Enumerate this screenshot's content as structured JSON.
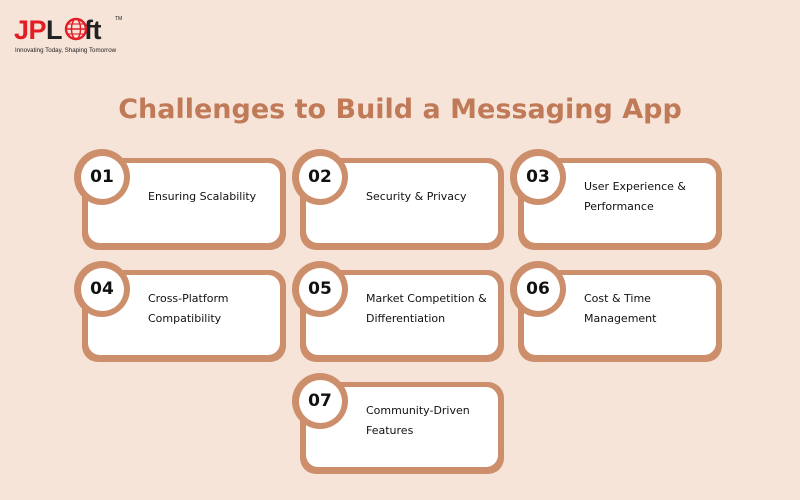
{
  "logo": {
    "brand_prefix": "JP",
    "brand_l": "L",
    "brand_suffix": "ft",
    "trademark": "TM",
    "tagline": "Innovating Today, Shaping Tomorrow",
    "colors": {
      "red": "#e21d26",
      "dark": "#222222"
    }
  },
  "title": "Challenges to Build a Messaging App",
  "colors": {
    "background": "#f6e4d8",
    "accent": "#cd8e6c",
    "title": "#c07a57",
    "card": "#ffffff",
    "text": "#111111"
  },
  "cards": [
    {
      "number": "01",
      "label": "Ensuring Scalability"
    },
    {
      "number": "02",
      "label": "Security & Privacy"
    },
    {
      "number": "03",
      "label": "User Experience & Performance"
    },
    {
      "number": "04",
      "label": "Cross-Platform Compatibility"
    },
    {
      "number": "05",
      "label": "Market Competition & Differentiation"
    },
    {
      "number": "06",
      "label": "Cost & Time Management"
    },
    {
      "number": "07",
      "label": "Community-Driven Features"
    }
  ]
}
